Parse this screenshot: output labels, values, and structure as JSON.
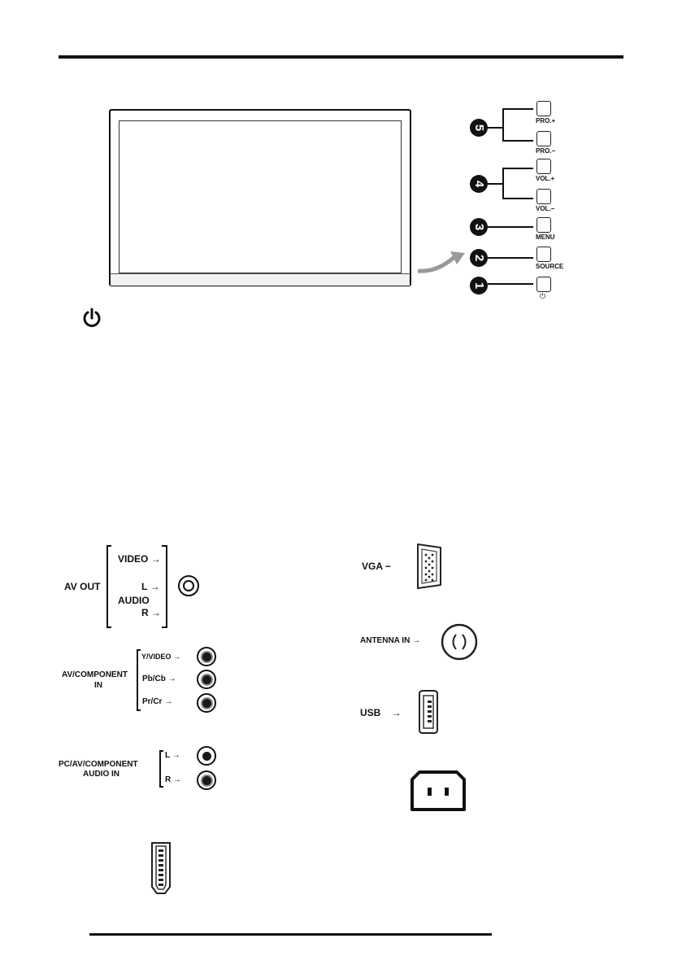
{
  "front_panel": {
    "buttons": [
      {
        "number": "5",
        "labels": [
          "PRO.+",
          "PRO.−"
        ]
      },
      {
        "number": "4",
        "labels": [
          "VOL.+",
          "VOL.−"
        ]
      },
      {
        "number": "3",
        "labels": [
          "MENU"
        ]
      },
      {
        "number": "2",
        "labels": [
          "SOURCE"
        ]
      },
      {
        "number": "1",
        "labels": [
          "⏻"
        ]
      }
    ],
    "power_symbol": "⏻"
  },
  "left_connectors": {
    "av_out": {
      "label": "AV OUT",
      "video": "VIDEO",
      "audio": "AUDIO",
      "l": "L",
      "r": "R"
    },
    "av_component_in": {
      "label_line1": "AV/COMPONENT",
      "label_line2": "IN",
      "ports": [
        "Y/VIDEO",
        "Pb/Cb",
        "Pr/Cr"
      ]
    },
    "pc_audio_in": {
      "label_line1": "PC/AV/COMPONENT",
      "label_line2": "AUDIO IN",
      "ports": [
        "L",
        "R"
      ]
    }
  },
  "right_connectors": {
    "vga": "VGA",
    "antenna": "ANTENNA IN",
    "usb": "USB"
  },
  "arrow_glyph": "→",
  "dash_glyph": "−"
}
